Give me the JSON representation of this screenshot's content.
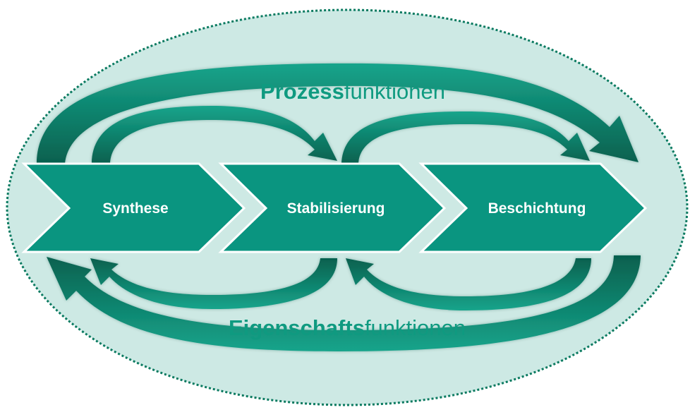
{
  "diagram": {
    "top_title": {
      "bold": "Prozess",
      "regular": "funktionen"
    },
    "bottom_title": {
      "bold": "Eigenschafts",
      "regular": "funktionen"
    },
    "steps": [
      {
        "label": "Synthese"
      },
      {
        "label": "Stabilisierung"
      },
      {
        "label": "Beschichtung"
      }
    ]
  },
  "colors": {
    "ellipse_fill": "#cde9e4",
    "ellipse_border": "#0a7a60",
    "chevron_fill": "#0a9580",
    "chevron_border": "#ffffff",
    "arrow_fill": "#0b8a72",
    "arrow_shade": "#06604e",
    "title_text": "#0f9a80",
    "label_text": "#ffffff"
  }
}
